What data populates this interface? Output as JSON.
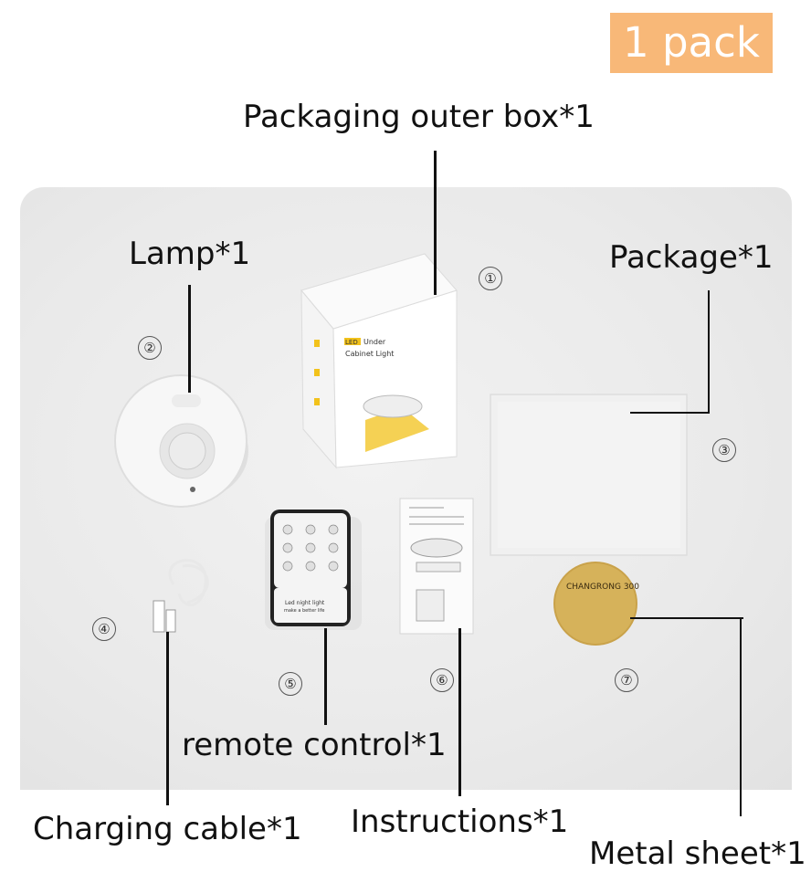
{
  "badge": "1 pack",
  "labels": {
    "box": "Packaging outer box*1",
    "lamp": "Lamp*1",
    "package": "Package*1",
    "remote": "remote control*1",
    "cable": "Charging cable*1",
    "instructions": "Instructions*1",
    "metal": "Metal sheet*1"
  },
  "numbers": [
    "①",
    "②",
    "③",
    "④",
    "⑤",
    "⑥",
    "⑦"
  ],
  "box_text": {
    "brand": "LED",
    "line1": "Under",
    "line2": "Cabinet Light"
  },
  "remote_text": {
    "line1": "Led night light",
    "line2": "make a better life"
  },
  "metal_text": "CHANGRONG 300",
  "colors": {
    "badge": "#f8b878",
    "box_yellow": "#f2c21b",
    "metal": "#c9a24a"
  }
}
